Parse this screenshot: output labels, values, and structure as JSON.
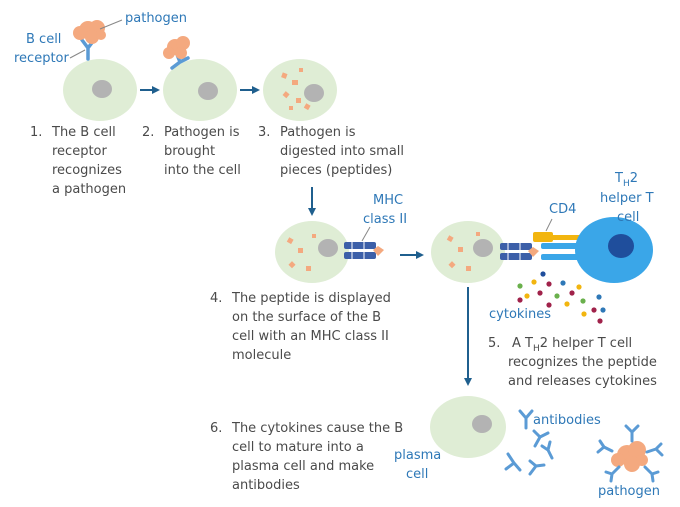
{
  "labels": {
    "pathogen_top": "pathogen",
    "bcr_line1": "B cell",
    "bcr_line2": "receptor",
    "mhc_line1": "MHC",
    "mhc_line2": "class II",
    "cd4": "CD4",
    "th2_T": "T",
    "th2_sub": "H",
    "th2_2": "2",
    "th2_line2": "helper T",
    "th2_line3": "cell",
    "cytokines": "cytokines",
    "antibodies": "antibodies",
    "plasma_line1": "plasma",
    "plasma_line2": "cell",
    "pathogen_bottom": "pathogen"
  },
  "steps": {
    "s1": {
      "num": "1.",
      "lines": [
        "The B cell",
        "receptor",
        "recognizes",
        "a pathogen"
      ]
    },
    "s2": {
      "num": "2.",
      "lines": [
        "Pathogen is",
        "brought",
        "into the cell"
      ]
    },
    "s3": {
      "num": "3.",
      "lines": [
        "Pathogen is",
        "digested into small",
        "pieces (peptides)"
      ]
    },
    "s4": {
      "num": "4.",
      "lines": [
        "The peptide is displayed",
        "on the surface of the B",
        "cell with an MHC class II",
        "molecule"
      ]
    },
    "s5": {
      "num": "5.",
      "line1_a": "A T",
      "line1_sub": "H",
      "line1_b": "2 helper T cell",
      "lines": [
        "recognizes the peptide",
        "and releases cytokines"
      ]
    },
    "s6": {
      "num": "6.",
      "lines": [
        "The cytokines cause the B",
        "cell to mature into a",
        "plasma cell and make",
        "antibodies"
      ]
    }
  },
  "colors": {
    "cell_fill": "#dfedd5",
    "nucleus": "#b3b3b3",
    "pathogen": "#f4a97f",
    "peptide": "#f4a97f",
    "arrow": "#1f5f8e",
    "receptor": "#5b9bd5",
    "mhc": "#3c5fa8",
    "cd4": "#f2b50f",
    "th_cell": "#3aa6e8",
    "th_nucleus": "#1f4e9c",
    "label_blue": "#2e78b7",
    "text": "#4a4a4a"
  }
}
